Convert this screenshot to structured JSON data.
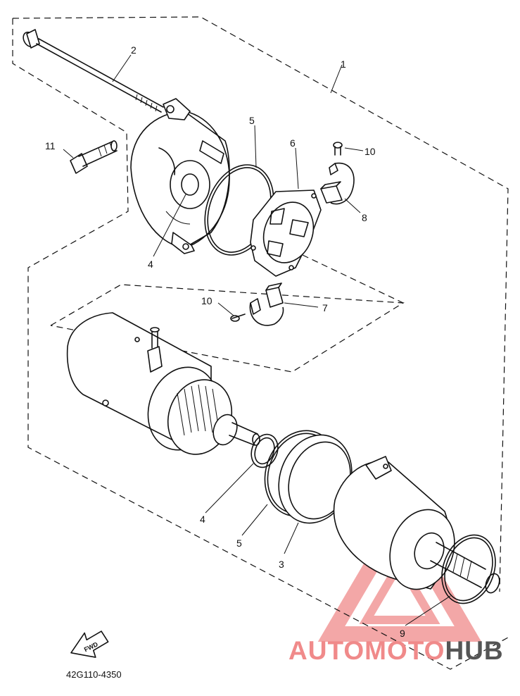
{
  "callouts": {
    "c1": "1",
    "c2": "2",
    "c3": "3",
    "c4a": "4",
    "c4b": "4",
    "c5a": "5",
    "c5b": "5",
    "c6": "6",
    "c7": "7",
    "c8": "8",
    "c9": "9",
    "c10a": "10",
    "c10b": "10",
    "c11": "11"
  },
  "diagram_code": "42G110-4350",
  "fwd_label": "FWD",
  "watermark": {
    "part1": "AUTOMOTO",
    "part2": "HUB",
    "color_main": "#f08a8a",
    "color_hub": "#555555"
  }
}
